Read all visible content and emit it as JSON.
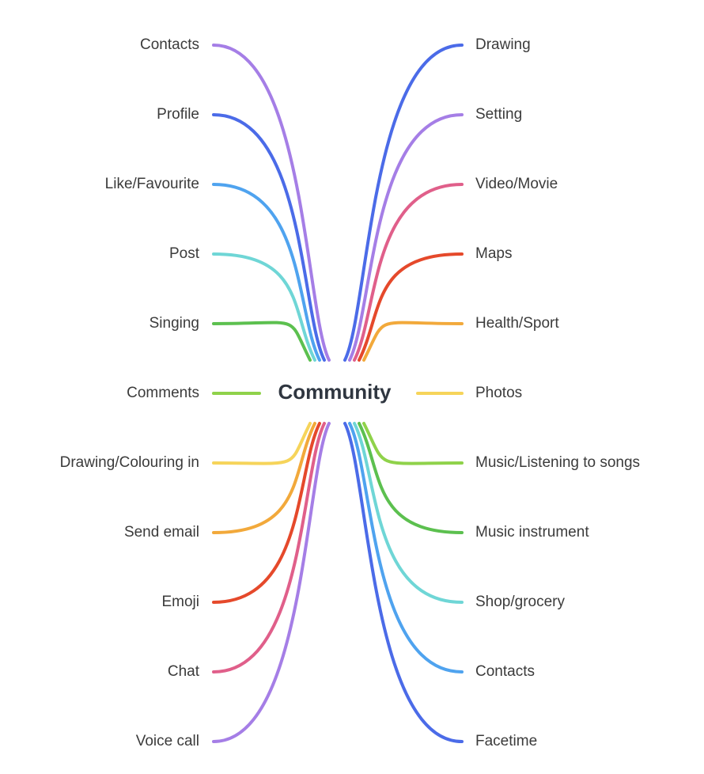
{
  "central_topic": "Community",
  "left_branches": [
    {
      "label": "Contacts",
      "color": "#a57ee6"
    },
    {
      "label": "Profile",
      "color": "#4b6be8"
    },
    {
      "label": "Like/Favourite",
      "color": "#4fa3ef"
    },
    {
      "label": "Post",
      "color": "#6fd6d6"
    },
    {
      "label": "Singing",
      "color": "#5cc04f"
    },
    {
      "label": "Comments",
      "color": "#8fd24a"
    },
    {
      "label": "Drawing/Colouring in",
      "color": "#f6d45a"
    },
    {
      "label": "Send email",
      "color": "#f2a93b"
    },
    {
      "label": "Emoji",
      "color": "#e5492b"
    },
    {
      "label": "Chat",
      "color": "#e05f8a"
    },
    {
      "label": "Voice call",
      "color": "#a57ee6"
    }
  ],
  "right_branches": [
    {
      "label": "Drawing",
      "color": "#4b6be8"
    },
    {
      "label": "Setting",
      "color": "#a57ee6"
    },
    {
      "label": "Video/Movie",
      "color": "#e05f8a"
    },
    {
      "label": "Maps",
      "color": "#e5492b"
    },
    {
      "label": "Health/Sport",
      "color": "#f2a93b"
    },
    {
      "label": "Photos",
      "color": "#f6d45a"
    },
    {
      "label": "Music/Listening to songs",
      "color": "#8fd24a"
    },
    {
      "label": "Music instrument",
      "color": "#5cc04f"
    },
    {
      "label": "Shop/grocery",
      "color": "#6fd6d6"
    },
    {
      "label": "Contacts",
      "color": "#4fa3ef"
    },
    {
      "label": "Facetime",
      "color": "#4b6be8"
    }
  ]
}
